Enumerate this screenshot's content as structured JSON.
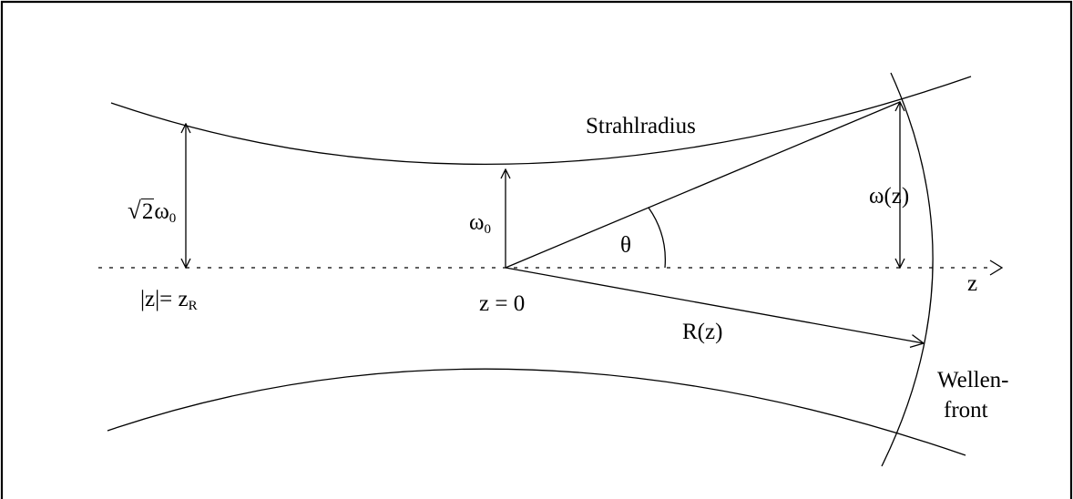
{
  "labels": {
    "beam_radius": "Strahlradius",
    "waist_sqrt2_radical": "√",
    "waist_sqrt2_arg": "2",
    "omega_symbol": "ω",
    "omega_subscript": "0",
    "omega_z": "ω(z)",
    "theta": "θ",
    "z_axis": "z",
    "z_abs": "|z|= z",
    "z_abs_subscript": "R",
    "z_zero": "z = 0",
    "r_z": "R(z)",
    "wavefront_line1": "Wellen-",
    "wavefront_line2": "front"
  }
}
